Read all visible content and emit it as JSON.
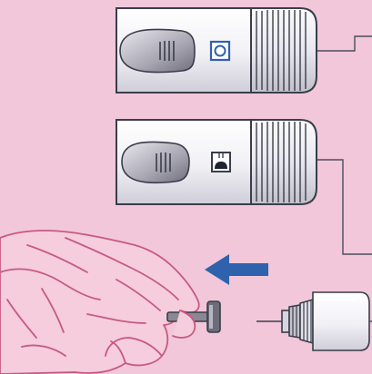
{
  "colors": {
    "background": "#f2c7da",
    "outline": "#3a3d4a",
    "pen_body": "#f3f2f6",
    "pen_shade": "#c9c7d2",
    "accent_blue": "#2f62ad",
    "callout_line": "#4b4e5e",
    "skin": "#f5cddd",
    "skin_line": "#c75a82"
  },
  "illustration": {
    "pens": [
      {
        "id": "pen-top",
        "mode_icon": "square-blue-circle-icon",
        "state": "button-released"
      },
      {
        "id": "pen-middle",
        "mode_icon": "square-dome-icon",
        "state": "button-pressed"
      }
    ],
    "arrow": {
      "icon": "blue-arrow-left-icon",
      "direction": "left"
    },
    "hand": {
      "icon": "hand-holding-lancet-icon",
      "action": "remove lancet"
    },
    "lancet": {
      "icon": "needle-cap-icon"
    }
  }
}
